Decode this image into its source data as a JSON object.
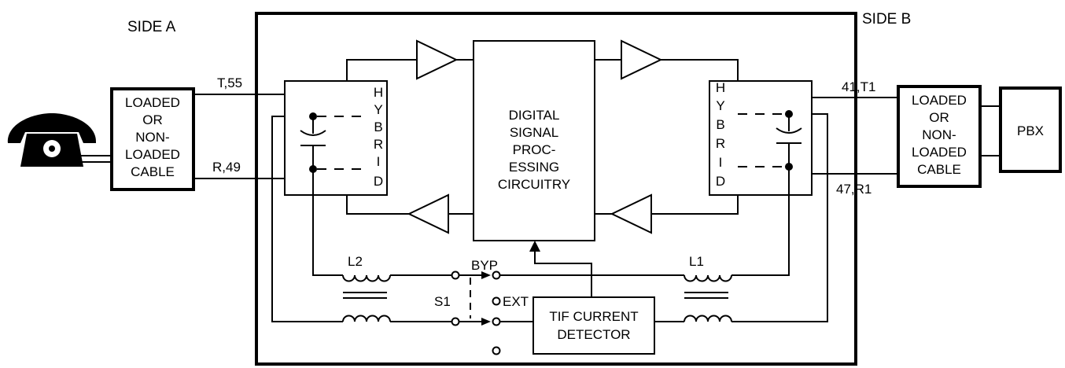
{
  "labels": {
    "side_a": "SIDE A",
    "side_b": "SIDE B",
    "cable_a": [
      "LOADED",
      "OR",
      "NON-",
      "LOADED",
      "CABLE"
    ],
    "cable_b": [
      "LOADED",
      "OR",
      "NON-",
      "LOADED",
      "CABLE"
    ],
    "pbx": "PBX",
    "dsp": [
      "DIGITAL",
      "SIGNAL",
      "PROC-",
      "ESSING",
      "CIRCUITRY"
    ],
    "hybrid_letters": [
      "H",
      "Y",
      "B",
      "R",
      "I",
      "D"
    ],
    "tif": [
      "TIF CURRENT",
      "DETECTOR"
    ],
    "t55": "T,55",
    "r49": "R,49",
    "t1": "41,T1",
    "r1": "47,R1",
    "l2": "L2",
    "l1": "L1",
    "s1": "S1",
    "byp": "BYP",
    "ext": "EXT"
  }
}
